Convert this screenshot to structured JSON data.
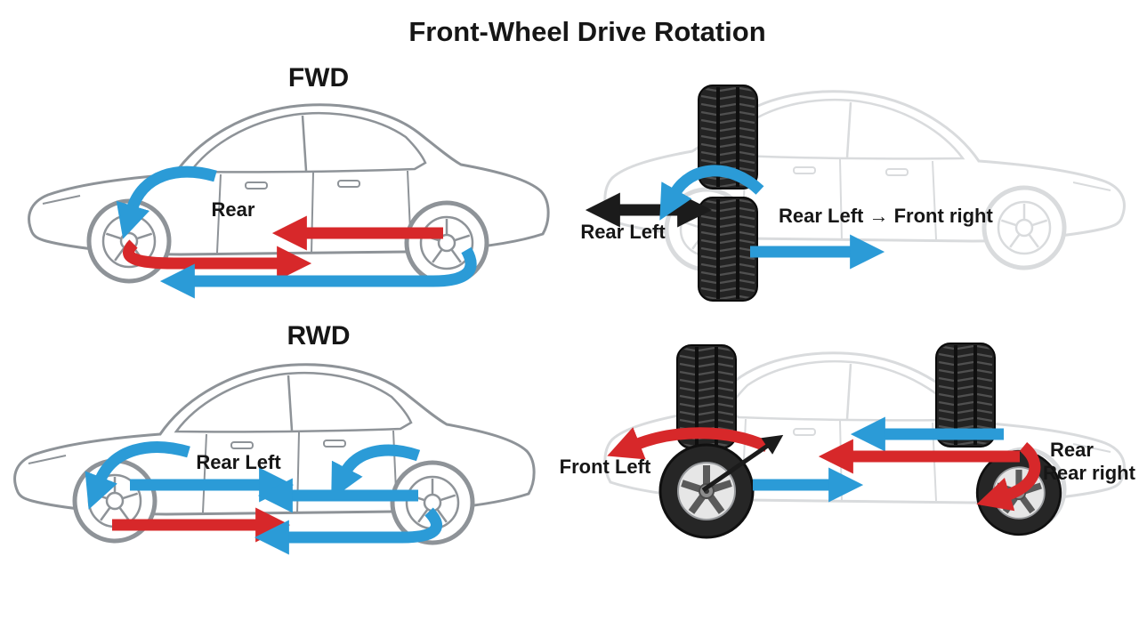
{
  "title": "Front-Wheel Drive Rotation",
  "sections": {
    "fwd": {
      "label": "FWD",
      "car_annotation": "Rear"
    },
    "fwd_detail": {
      "axle_label": "Rear Left",
      "rotation_label": "Rear Left → Front right"
    },
    "rwd": {
      "label": "RWD",
      "car_annotation": "Rear Left"
    },
    "rwd_detail": {
      "front_label": "Front Left",
      "rear_label": "Rear",
      "rear_sublabel": "Rear right"
    }
  },
  "colors": {
    "arrow_red": "#d7282a",
    "arrow_blue": "#2b9bd7",
    "arrow_black": "#1b1b1b",
    "car_outline": "#8e9398",
    "faint_car_outline": "#d9dbdd",
    "tire_black": "#232323",
    "background": "#ffffff"
  }
}
